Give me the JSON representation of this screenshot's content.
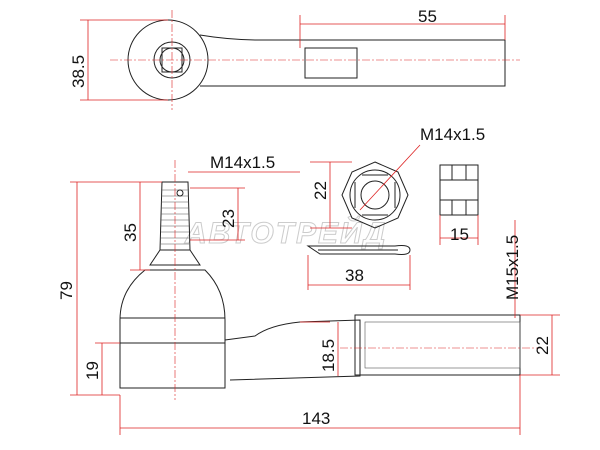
{
  "watermark": "АВТОТРЕЙД",
  "dimensions": {
    "top_length": "55",
    "eye_height": "38.5",
    "stud_thread": "M14x1.5",
    "stud_height": "35",
    "thread_length": "23",
    "total_height": "79",
    "body_low": "19",
    "arm_height": "18.5",
    "total_length": "143",
    "tube_thread": "M15x1.5",
    "tube_diameter": "22",
    "nut_thread": "M14x1.5",
    "nut_size": "22",
    "nut_height": "15",
    "pin_length": "38"
  },
  "colors": {
    "dimension": "#dd2222",
    "outline": "#222222"
  }
}
